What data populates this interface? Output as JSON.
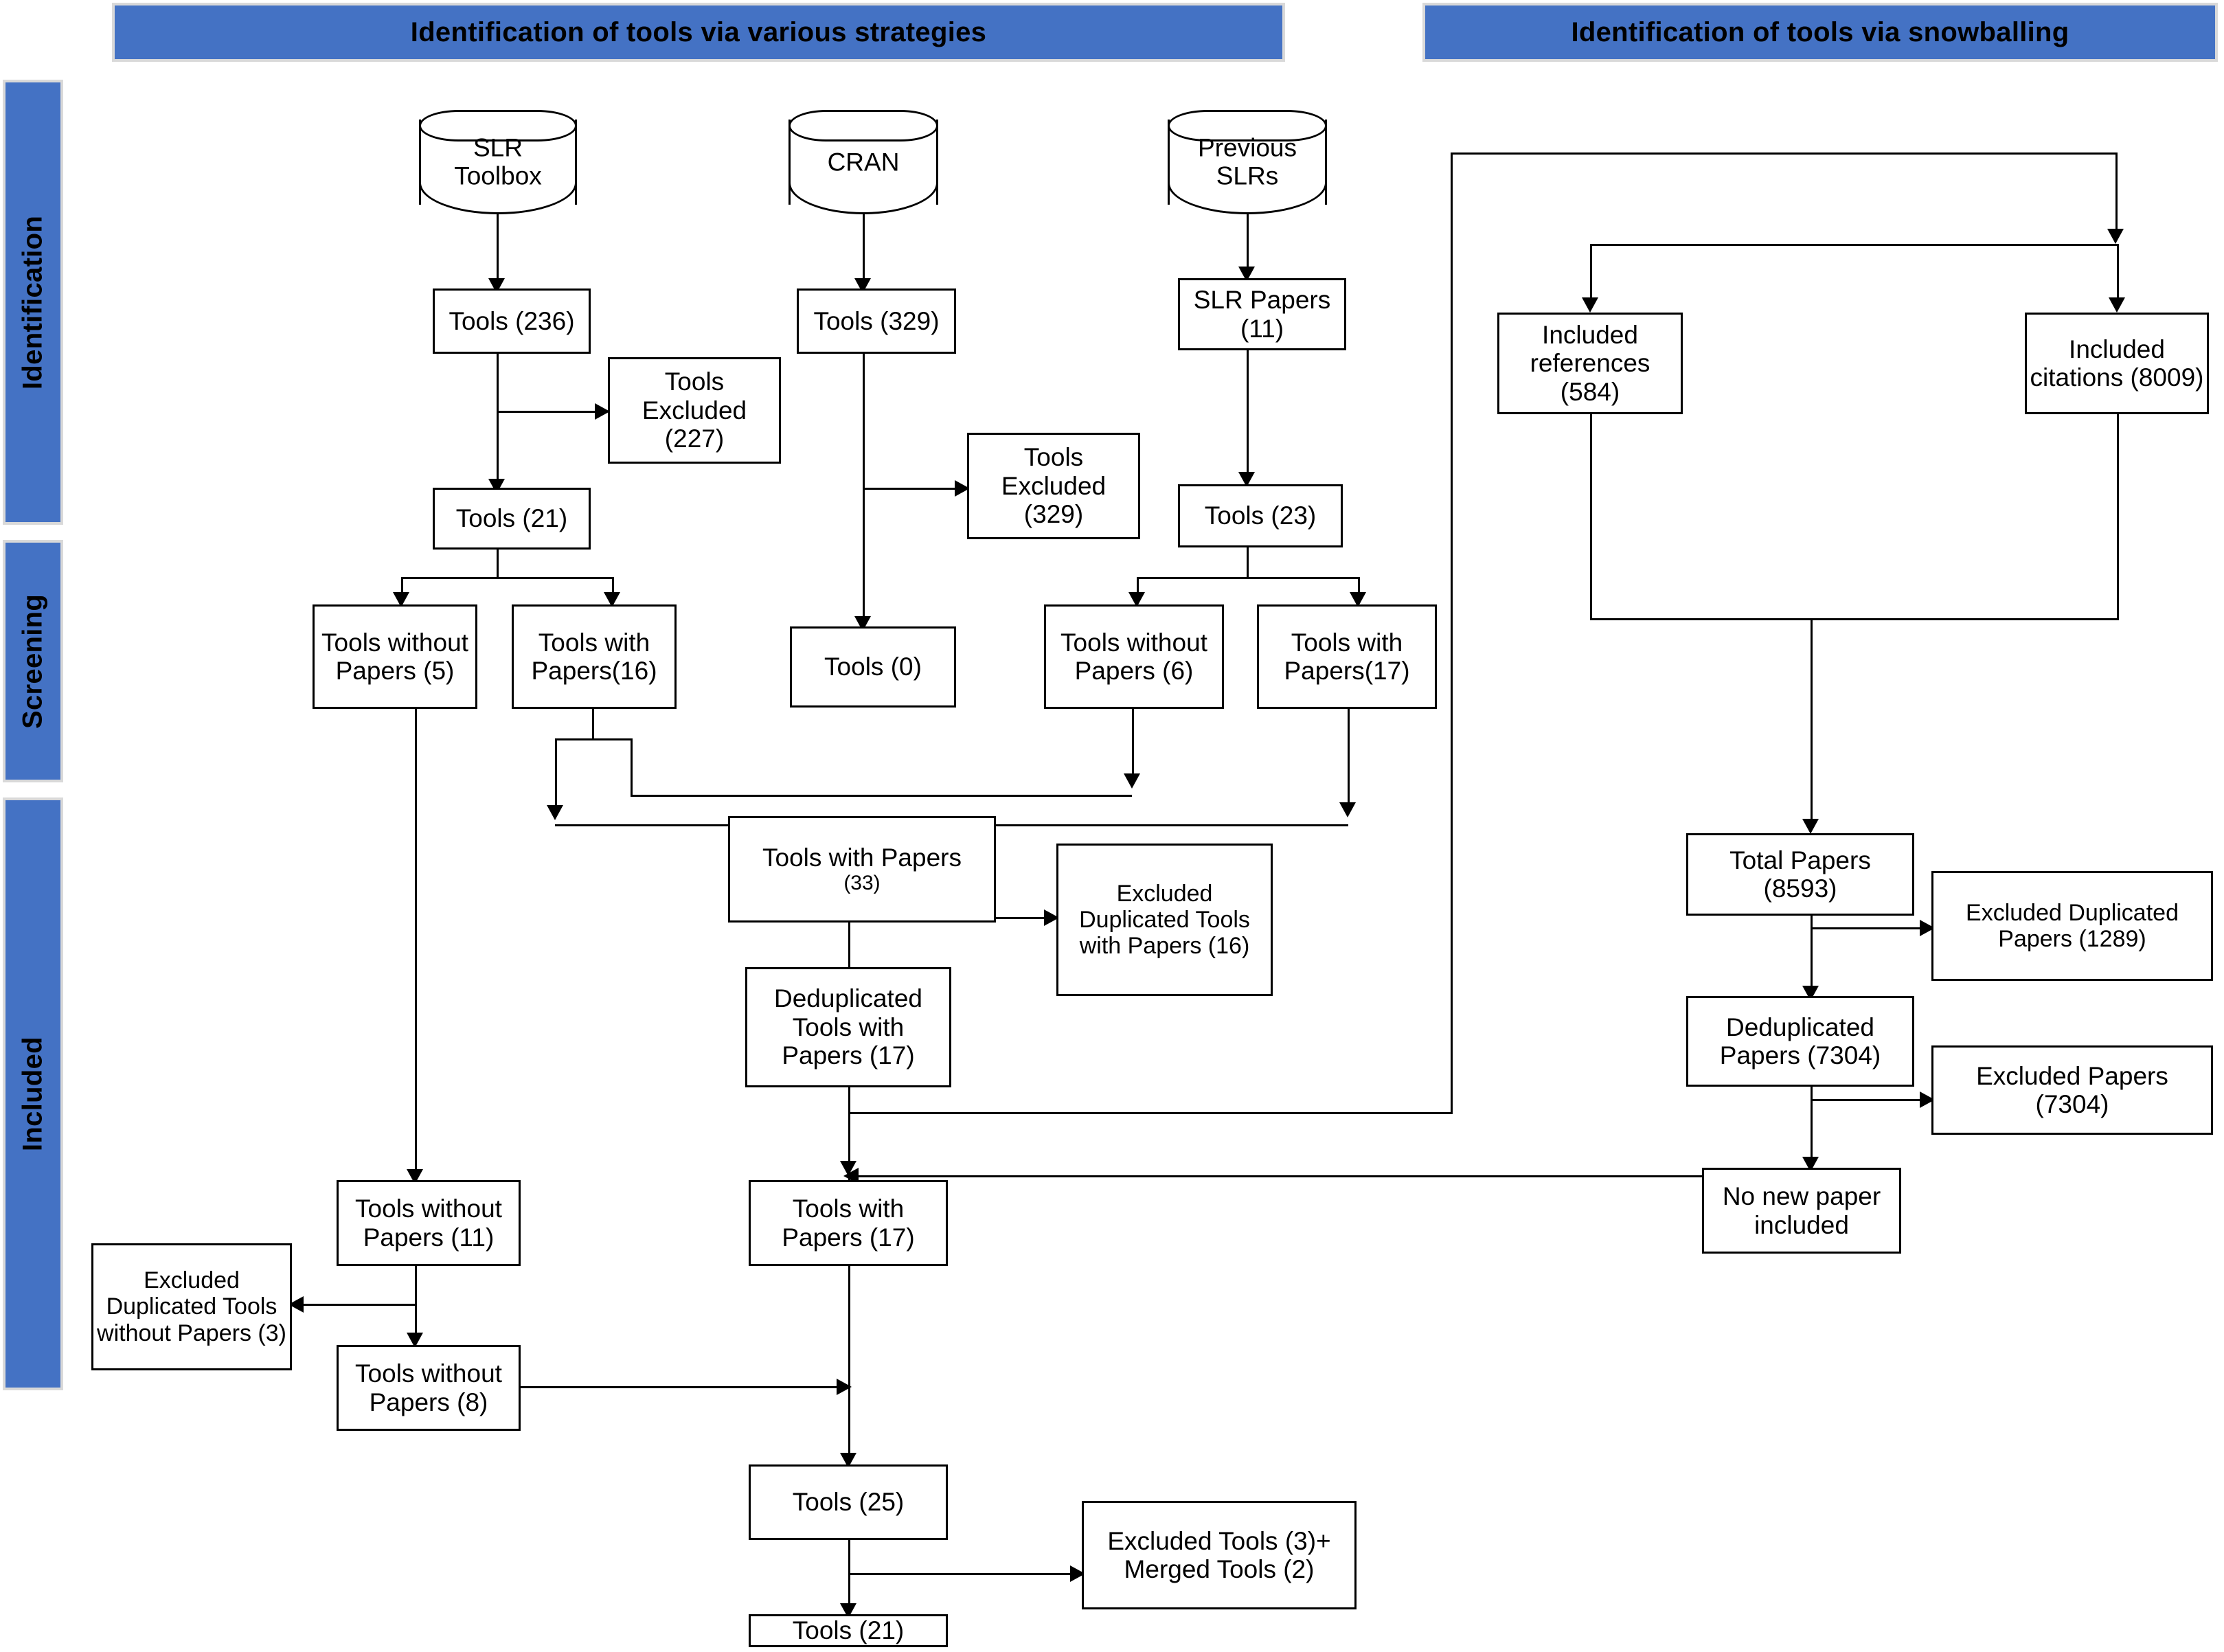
{
  "headers": {
    "left": "Identification of tools via various strategies",
    "right": "Identification of tools via snowballing"
  },
  "stages": [
    {
      "label": "Identification"
    },
    {
      "label": "Screening"
    },
    {
      "label": "Included"
    }
  ],
  "sources": [
    {
      "id": "slr-toolbox",
      "line1": "SLR",
      "line2": "Toolbox"
    },
    {
      "id": "cran",
      "line1": "CRAN",
      "line2": ""
    },
    {
      "id": "previous-slrs",
      "line1": "Previous",
      "line2": "SLRs"
    }
  ],
  "nodes": {
    "tools_236": "Tools (236)",
    "tools_excluded_227": "Tools Excluded (227)",
    "tools_21_a": "Tools (21)",
    "tools_without_papers_5": "Tools without Papers (5)",
    "tools_with_papers_16": "Tools with Papers(16)",
    "tools_329": "Tools (329)",
    "tools_excluded_329": "Tools Excluded (329)",
    "tools_0": "Tools (0)",
    "slr_papers_11": "SLR  Papers (11)",
    "tools_23": "Tools (23)",
    "tools_without_papers_6": "Tools without Papers (6)",
    "tools_with_papers_17_a": "Tools with Papers(17)",
    "included_references_584": "Included references (584)",
    "included_citations_8009": "Included citations (8009)",
    "tools_with_papers_33": "Tools with Papers",
    "tools_with_papers_33_num": "(33)",
    "excluded_dup_tools_with_papers_16": "Excluded Duplicated Tools with Papers (16)",
    "dedup_tools_with_papers_17": "Deduplicated Tools with Papers (17)",
    "total_papers_8593": "Total Papers (8593)",
    "excluded_dup_papers_1289": "Excluded Duplicated  Papers (1289)",
    "dedup_papers_7304": "Deduplicated Papers (7304)",
    "excluded_papers_7304": "Excluded Papers (7304)",
    "no_new_paper": "No new paper included",
    "tools_without_papers_11": "Tools without Papers (11)",
    "excluded_dup_tools_without_papers_3": "Excluded Duplicated Tools without Papers (3)",
    "tools_without_papers_8": "Tools without Papers (8)",
    "tools_with_papers_17_b": "Tools with Papers    (17)",
    "tools_25": "Tools (25)",
    "excluded_merged_tools": "Excluded Tools (3)+ Merged  Tools (2)",
    "tools_21_b": "Tools (21)"
  },
  "colors": {
    "band": "#4472C4",
    "band_border": "#d9d9d9",
    "line": "#000000",
    "box_fill": "#ffffff"
  },
  "chart_data": {
    "type": "flowchart",
    "title": "PRISMA-style tool identification flow",
    "counts": {
      "slr_toolbox_tools": 236,
      "slr_toolbox_excluded": 227,
      "slr_toolbox_remaining": 21,
      "slr_toolbox_without_papers": 5,
      "slr_toolbox_with_papers": 16,
      "cran_tools": 329,
      "cran_excluded": 329,
      "cran_remaining": 0,
      "previous_slr_papers": 11,
      "previous_slr_tools": 23,
      "previous_slr_without_papers": 6,
      "previous_slr_with_papers": 17,
      "tools_with_papers_merged": 33,
      "excluded_duplicated_tools_with_papers": 16,
      "deduplicated_tools_with_papers": 17,
      "included_references": 584,
      "included_citations": 8009,
      "total_papers": 8593,
      "excluded_duplicated_papers": 1289,
      "deduplicated_papers": 7304,
      "excluded_papers": 7304,
      "tools_without_papers_combined": 11,
      "excluded_duplicated_tools_without_papers": 3,
      "tools_without_papers_final": 8,
      "tools_with_papers_final": 17,
      "tools_combined": 25,
      "excluded_tools": 3,
      "merged_tools": 2,
      "tools_final": 21
    }
  }
}
